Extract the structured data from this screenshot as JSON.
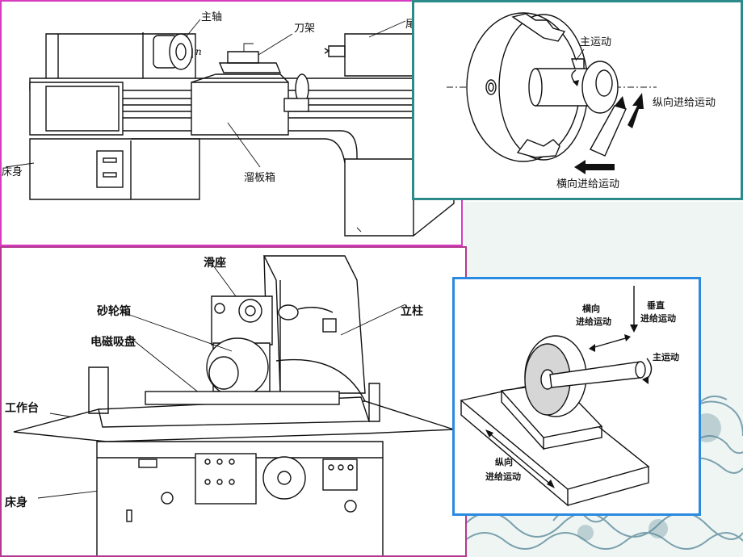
{
  "colors": {
    "lathe_border": "#d73cc0",
    "chuck_border": "#2c8a8a",
    "grinder_border": "#b4388f",
    "wheel_border": "#2a8ae0",
    "deco_bg": "#e6f0ee",
    "deco_wave": "#5e8c9c"
  },
  "lathe": {
    "spindle": "主轴",
    "n_symbol": "n",
    "tool_post": "刀架",
    "tailstock_partial": "尾",
    "bed_partial": "床身",
    "apron": "溜板箱"
  },
  "chuck": {
    "main_motion": "主运动",
    "longitudinal_feed": "纵向进给运动",
    "transverse_feed": "横向进给运动"
  },
  "grinder": {
    "slide": "滑座",
    "wheel_head": "砂轮箱",
    "column": "立柱",
    "magnetic_chuck": "电磁吸盘",
    "worktable": "工作台",
    "bed": "床身"
  },
  "wheel": {
    "transverse_feed_1": "横向",
    "transverse_feed_2": "进给运动",
    "vertical_feed_1": "垂直",
    "vertical_feed_2": "进给运动",
    "main_motion": "主运动",
    "longitudinal_feed_1": "纵向",
    "longitudinal_feed_2": "进给运动"
  }
}
